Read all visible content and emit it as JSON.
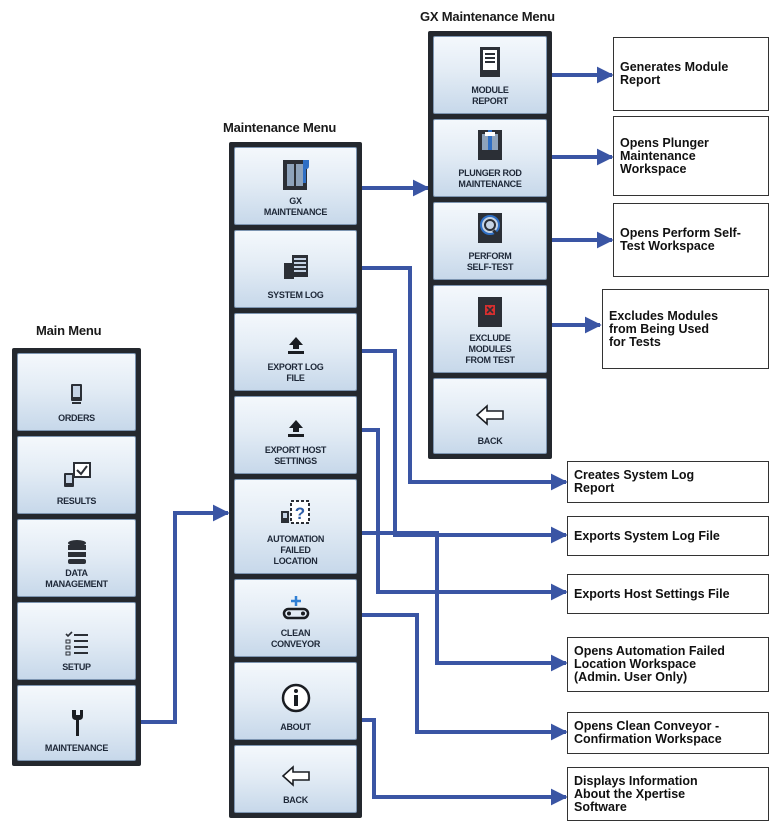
{
  "main_menu": {
    "title": "Main Menu",
    "items": [
      {
        "label": "ORDERS",
        "icon": "orders-icon"
      },
      {
        "label": "RESULTS",
        "icon": "results-icon"
      },
      {
        "label": "DATA\nMANAGEMENT",
        "icon": "database-icon"
      },
      {
        "label": "SETUP",
        "icon": "setup-checklist-icon"
      },
      {
        "label": "MAINTENANCE",
        "icon": "wrench-icon"
      }
    ]
  },
  "maintenance_menu": {
    "title": "Maintenance Menu",
    "items": [
      {
        "label": "GX\nMAINTENANCE",
        "icon": "gx-maintenance-icon"
      },
      {
        "label": "SYSTEM LOG",
        "icon": "system-log-icon"
      },
      {
        "label": "EXPORT LOG\nFILE",
        "icon": "export-icon"
      },
      {
        "label": "EXPORT HOST\nSETTINGS",
        "icon": "export-icon"
      },
      {
        "label": "AUTOMATION\nFAILED\nLOCATION",
        "icon": "automation-failed-icon"
      },
      {
        "label": "CLEAN\nCONVEYOR",
        "icon": "conveyor-icon"
      },
      {
        "label": "ABOUT",
        "icon": "info-icon"
      },
      {
        "label": "BACK",
        "icon": "back-arrow-icon"
      }
    ]
  },
  "gx_menu": {
    "title": "GX Maintenance Menu",
    "items": [
      {
        "label": "MODULE\nREPORT",
        "icon": "module-report-icon"
      },
      {
        "label": "PLUNGER ROD\nMAINTENANCE",
        "icon": "plunger-rod-icon"
      },
      {
        "label": "PERFORM\nSELF-TEST",
        "icon": "self-test-icon"
      },
      {
        "label": "EXCLUDE\nMODULES\nFROM TEST",
        "icon": "exclude-module-icon"
      },
      {
        "label": "BACK",
        "icon": "back-arrow-icon"
      }
    ]
  },
  "gx_descriptions": [
    "Generates Module\nReport",
    "Opens Plunger\nMaintenance\nWorkspace",
    "Opens Perform Self-\nTest Workspace",
    "Excludes Modules\nfrom Being Used\nfor Tests"
  ],
  "maintenance_descriptions": [
    "Creates System Log\nReport",
    "Exports System Log File",
    "Exports Host Settings File",
    "Opens Automation Failed\nLocation Workspace\n(Admin. User Only)",
    "Opens Clean Conveyor -\nConfirmation Workspace",
    "Displays Information\nAbout the Xpertise\nSoftware"
  ],
  "colors": {
    "arrow": "#3a55a4",
    "panel": "#24282e",
    "button_border": "#7d95b1"
  }
}
